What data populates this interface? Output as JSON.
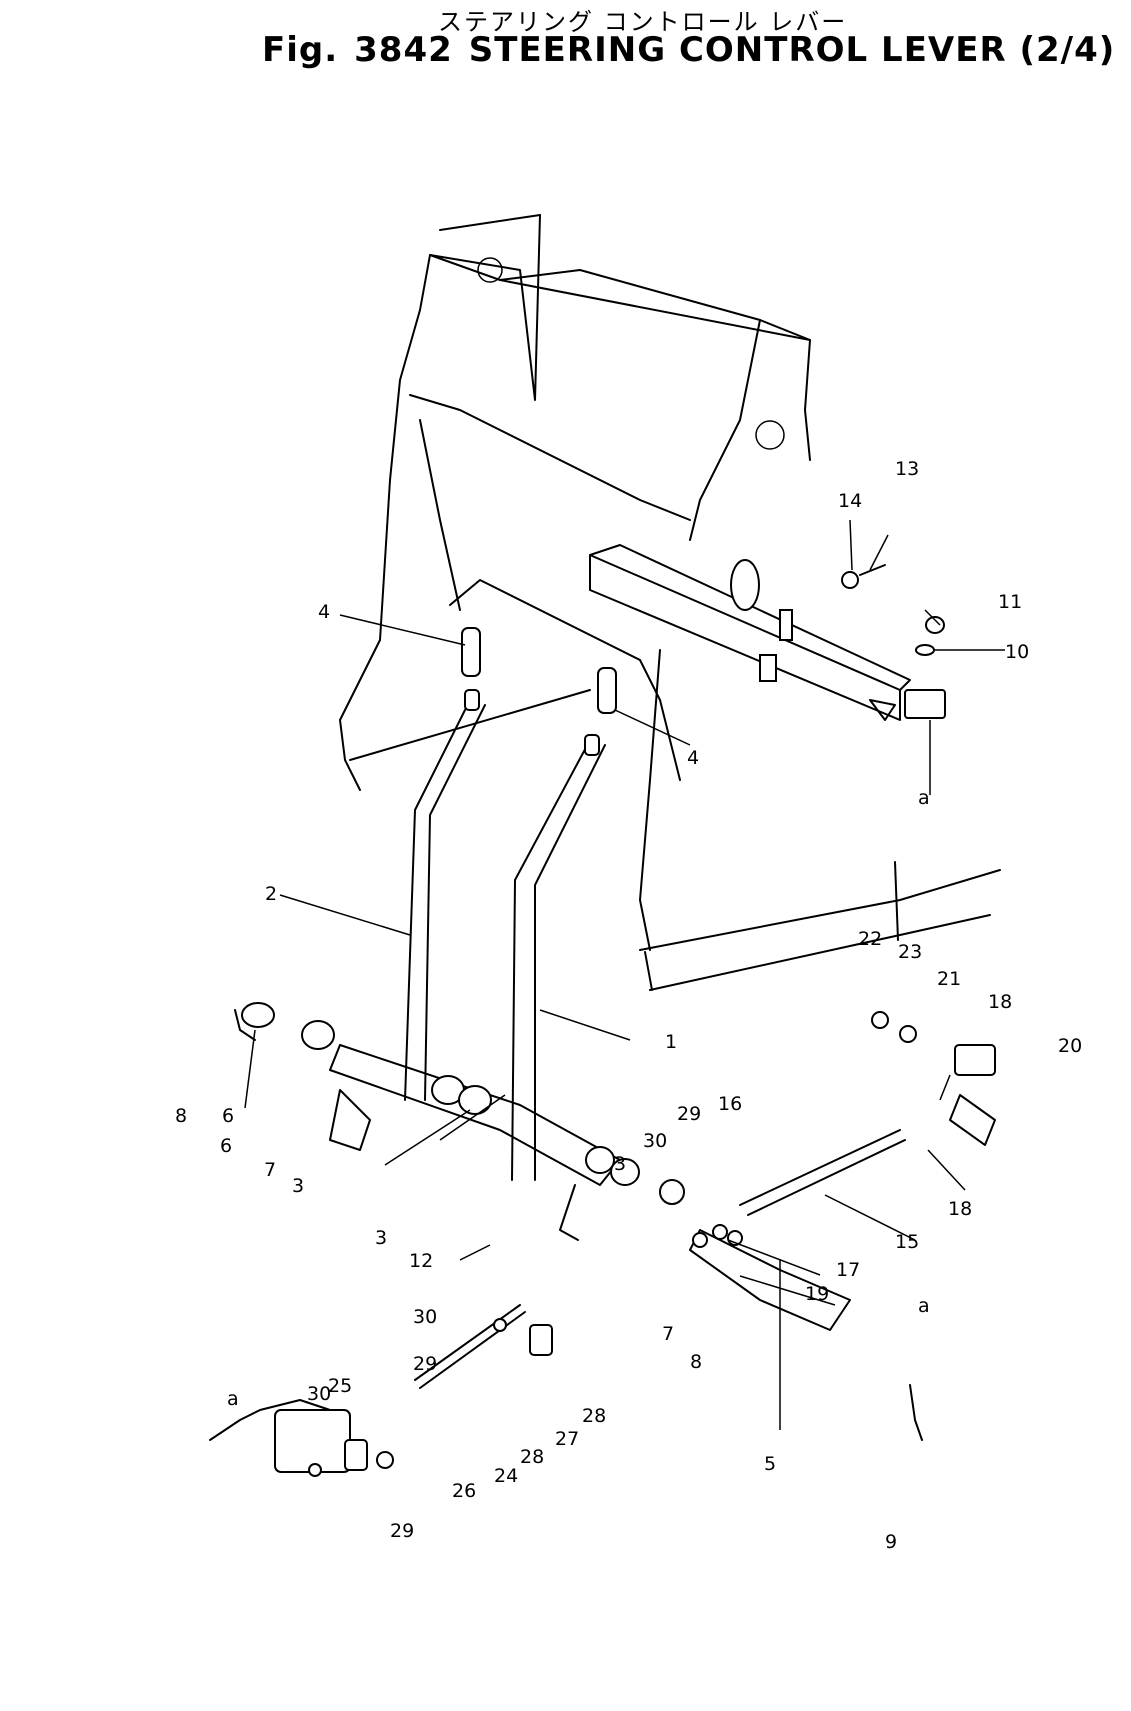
{
  "header": {
    "jp_title": "ステアリング コントロール レバー",
    "fig_label": "Fig.",
    "fig_number": "3842",
    "title": "STEERING CONTROL LEVER (2/4)"
  },
  "callouts": [
    {
      "id": "c1",
      "text": "1"
    },
    {
      "id": "c2",
      "text": "2"
    },
    {
      "id": "c3a",
      "text": "3"
    },
    {
      "id": "c3b",
      "text": "3"
    },
    {
      "id": "c3c",
      "text": "3"
    },
    {
      "id": "c4a",
      "text": "4"
    },
    {
      "id": "c4b",
      "text": "4"
    },
    {
      "id": "c5",
      "text": "5"
    },
    {
      "id": "c6a",
      "text": "6"
    },
    {
      "id": "c6b",
      "text": "6"
    },
    {
      "id": "c7a",
      "text": "7"
    },
    {
      "id": "c7b",
      "text": "7"
    },
    {
      "id": "c8a",
      "text": "8"
    },
    {
      "id": "c8b",
      "text": "8"
    },
    {
      "id": "c9",
      "text": "9"
    },
    {
      "id": "c10",
      "text": "10"
    },
    {
      "id": "c11",
      "text": "11"
    },
    {
      "id": "c12",
      "text": "12"
    },
    {
      "id": "c13",
      "text": "13"
    },
    {
      "id": "c14",
      "text": "14"
    },
    {
      "id": "c15",
      "text": "15"
    },
    {
      "id": "c16",
      "text": "16"
    },
    {
      "id": "c17",
      "text": "17"
    },
    {
      "id": "c18a",
      "text": "18"
    },
    {
      "id": "c18b",
      "text": "18"
    },
    {
      "id": "c19",
      "text": "19"
    },
    {
      "id": "c20",
      "text": "20"
    },
    {
      "id": "c21",
      "text": "21"
    },
    {
      "id": "c22",
      "text": "22"
    },
    {
      "id": "c23",
      "text": "23"
    },
    {
      "id": "c24",
      "text": "24"
    },
    {
      "id": "c25",
      "text": "25"
    },
    {
      "id": "c26",
      "text": "26"
    },
    {
      "id": "c27",
      "text": "27"
    },
    {
      "id": "c28a",
      "text": "28"
    },
    {
      "id": "c28b",
      "text": "28"
    },
    {
      "id": "c29a",
      "text": "29"
    },
    {
      "id": "c29b",
      "text": "29"
    },
    {
      "id": "c29c",
      "text": "29"
    },
    {
      "id": "c30a",
      "text": "30"
    },
    {
      "id": "c30b",
      "text": "30"
    },
    {
      "id": "c30c",
      "text": "30"
    },
    {
      "id": "ca1",
      "text": "a"
    },
    {
      "id": "ca2",
      "text": "a"
    }
  ]
}
